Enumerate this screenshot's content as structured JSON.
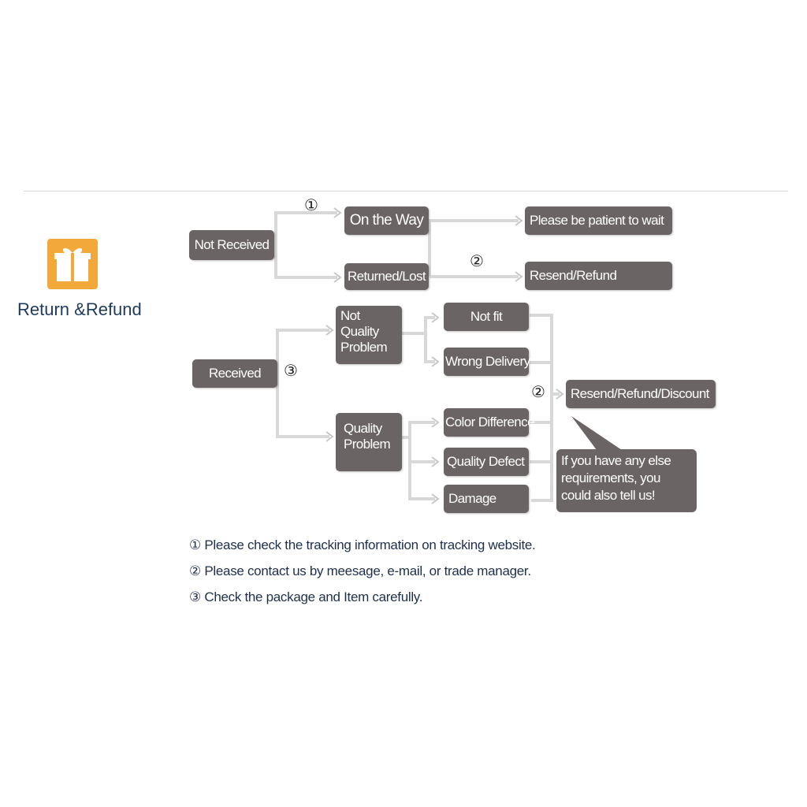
{
  "section": {
    "title": "Return &Refund",
    "icon": "gift-box-icon",
    "icon_color": "#f3a83a",
    "title_color": "#1f3a5f"
  },
  "flow": {
    "box_color": "#6a6464",
    "arrow_color": "#d8d8d8",
    "nodes": {
      "not_received": "Not Received",
      "on_the_way": "On the Way",
      "returned_lost": "Returned/Lost",
      "patient": "Please be patient to wait",
      "resend_refund": "Resend/Refund",
      "received": "Received",
      "not_quality_problem": "Not Quality Problem",
      "quality_problem": "Quality Problem",
      "not_fit": "Not fit",
      "wrong_delivery": "Wrong Delivery",
      "color_difference": "Color Difference",
      "quality_defect": "Quality Defect",
      "damage": "Damage",
      "resend_refund_discount": "Resend/Refund/Discount"
    },
    "markers": {
      "m1": "①",
      "m2": "②",
      "m3": "③"
    },
    "bubble": "If you have any else requirements, you could also tell us!"
  },
  "notes": [
    "① Please check the tracking information on tracking website.",
    "② Please contact us by meesage, e-mail, or trade manager.",
    "③ Check the package and Item carefully."
  ]
}
